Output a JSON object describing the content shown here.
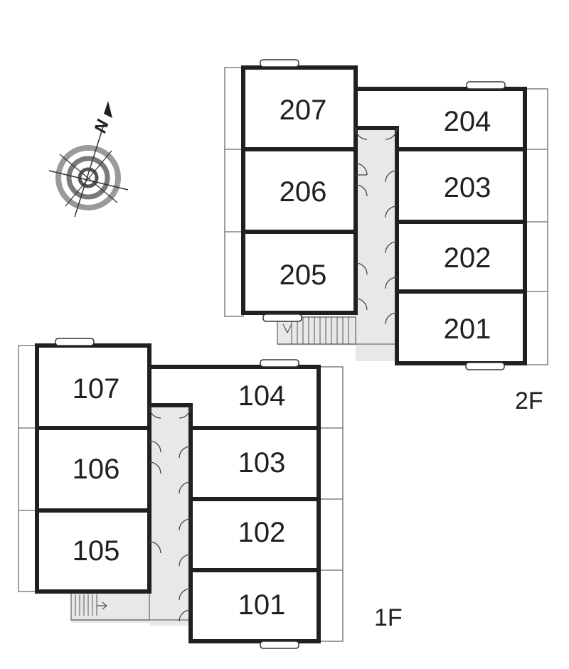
{
  "compass": {
    "north_label": "N",
    "icon": "compass-rose-icon"
  },
  "floors": [
    {
      "label": "2F",
      "rooms": [
        {
          "number": "207"
        },
        {
          "number": "206"
        },
        {
          "number": "205"
        },
        {
          "number": "204"
        },
        {
          "number": "203"
        },
        {
          "number": "202"
        },
        {
          "number": "201"
        }
      ]
    },
    {
      "label": "1F",
      "rooms": [
        {
          "number": "107"
        },
        {
          "number": "106"
        },
        {
          "number": "105"
        },
        {
          "number": "104"
        },
        {
          "number": "103"
        },
        {
          "number": "102"
        },
        {
          "number": "101"
        }
      ]
    }
  ]
}
